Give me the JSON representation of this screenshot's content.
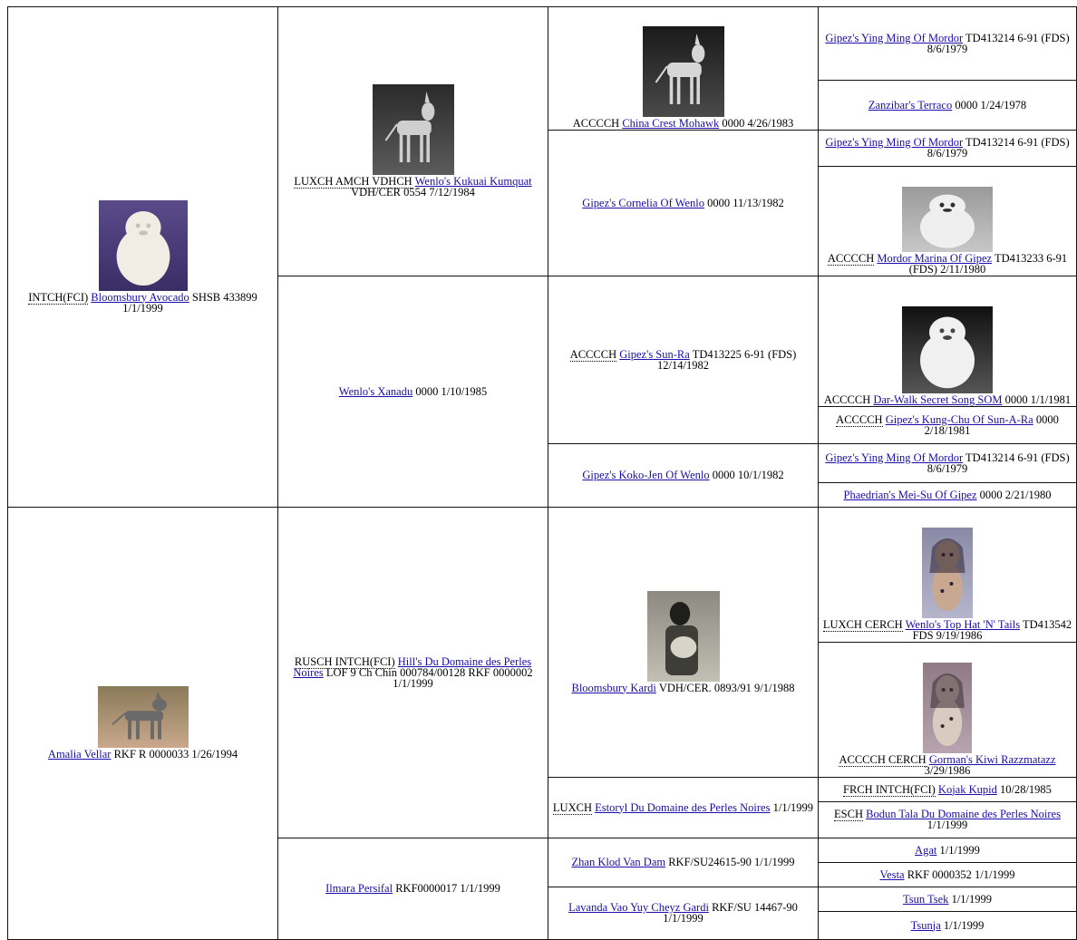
{
  "pedigree": {
    "sire": {
      "titles": "INTCH(FCI)",
      "name": "Bloomsbury Avocado",
      "details": "SHSB 433899 1/1/1999",
      "photo": "bloomsbury-avocado-photo",
      "sire": {
        "titles": "LUXCH AMCH VDHCH",
        "name": "Wenlo's Kukuai Kumquat",
        "details": "VDH/CER 0554 7/12/1984",
        "photo": "kukuai-kumquat-photo",
        "sire": {
          "titles": "ACCCCH",
          "name": "China Crest Mohawk",
          "details": "0000 4/26/1983",
          "photo": "china-crest-mohawk-photo",
          "sire": {
            "name": "Gipez's Ying Ming Of Mordor",
            "details": "TD413214 6-91 (FDS) 8/6/1979"
          },
          "dam": {
            "name": "Zanzibar's Terraco",
            "details": "0000 1/24/1978"
          }
        },
        "dam": {
          "name": "Gipez's Cornelia Of Wenlo",
          "details": "0000 11/13/1982",
          "sire": {
            "name": "Gipez's Ying Ming Of Mordor",
            "details": "TD413214 6-91 (FDS) 8/6/1979"
          },
          "dam": {
            "titles": "ACCCCH",
            "name": "Mordor Marina Of Gipez",
            "details": "TD413233 6-91 (FDS) 2/11/1980",
            "photo": "mordor-marina-photo"
          }
        }
      },
      "dam": {
        "name": "Wenlo's Xanadu",
        "details": "0000 1/10/1985",
        "sire": {
          "titles": "ACCCCH",
          "name": "Gipez's Sun-Ra",
          "details": "TD413225 6-91 (FDS) 12/14/1982",
          "sire": {
            "titles": "ACCCCH",
            "name": "Dar-Walk Secret Song SOM",
            "details": "0000 1/1/1981",
            "photo": "dar-walk-secret-song-photo"
          },
          "dam": {
            "titles": "ACCCCH",
            "name": "Gipez's Kung-Chu Of Sun-A-Ra",
            "details": "0000 2/18/1981"
          }
        },
        "dam": {
          "name": "Gipez's Koko-Jen Of Wenlo",
          "details": "0000 10/1/1982",
          "sire": {
            "name": "Gipez's Ying Ming Of Mordor",
            "details": "TD413214 6-91 (FDS) 8/6/1979"
          },
          "dam": {
            "name": "Phaedrian's Mei-Su Of Gipez",
            "details": "0000 2/21/1980"
          }
        }
      }
    },
    "dam": {
      "name": "Amalia Vellar",
      "details": "RKF R 0000033 1/26/1994",
      "photo": "amalia-vellar-photo",
      "sire": {
        "titles": "RUSCH INTCH(FCI)",
        "name": "Hill's Du Domaine des Perles Noires",
        "details": "LOF 9 Ch Chin 000784/00128 RKF 0000002 1/1/1999",
        "sire": {
          "name": "Bloomsbury Kardi",
          "details": "VDH/CER. 0893/91 9/1/1988",
          "photo": "bloomsbury-kardi-photo",
          "sire": {
            "titles": "LUXCH CERCH",
            "name": "Wenlo's Top Hat 'N' Tails",
            "details": "TD413542 FDS 9/19/1986",
            "photo": "top-hat-n-tails-photo"
          },
          "dam": {
            "titles": "ACCCCH CERCH",
            "name": "Gorman's Kiwi Razzmatazz",
            "details": "3/29/1986",
            "photo": "kiwi-razzmatazz-photo"
          }
        },
        "dam": {
          "titles": "LUXCH",
          "name": "Estoryl Du Domaine des Perles Noires",
          "details": "1/1/1999",
          "sire": {
            "titles": "FRCH INTCH(FCI)",
            "name": "Kojak Kupid",
            "details": "10/28/1985"
          },
          "dam": {
            "titles": "ESCH",
            "name": "Bodun Tala Du Domaine des Perles Noires",
            "details": "1/1/1999"
          }
        }
      },
      "dam": {
        "name": "Ilmara Persifal",
        "details": "RKF0000017 1/1/1999",
        "sire": {
          "name": "Zhan Klod Van Dam",
          "details": "RKF/SU24615-90 1/1/1999",
          "sire": {
            "name": "Agat",
            "details": "1/1/1999"
          },
          "dam": {
            "name": "Vesta",
            "details": "RKF 0000352 1/1/1999"
          }
        },
        "dam": {
          "name": "Lavanda Vao Yuy Cheyz Gardi",
          "details": "RKF/SU 14467-90 1/1/1999",
          "sire": {
            "name": "Tsun Tsek",
            "details": "1/1/1999"
          },
          "dam": {
            "name": "Tsunja",
            "details": "1/1/1999"
          }
        }
      }
    }
  }
}
